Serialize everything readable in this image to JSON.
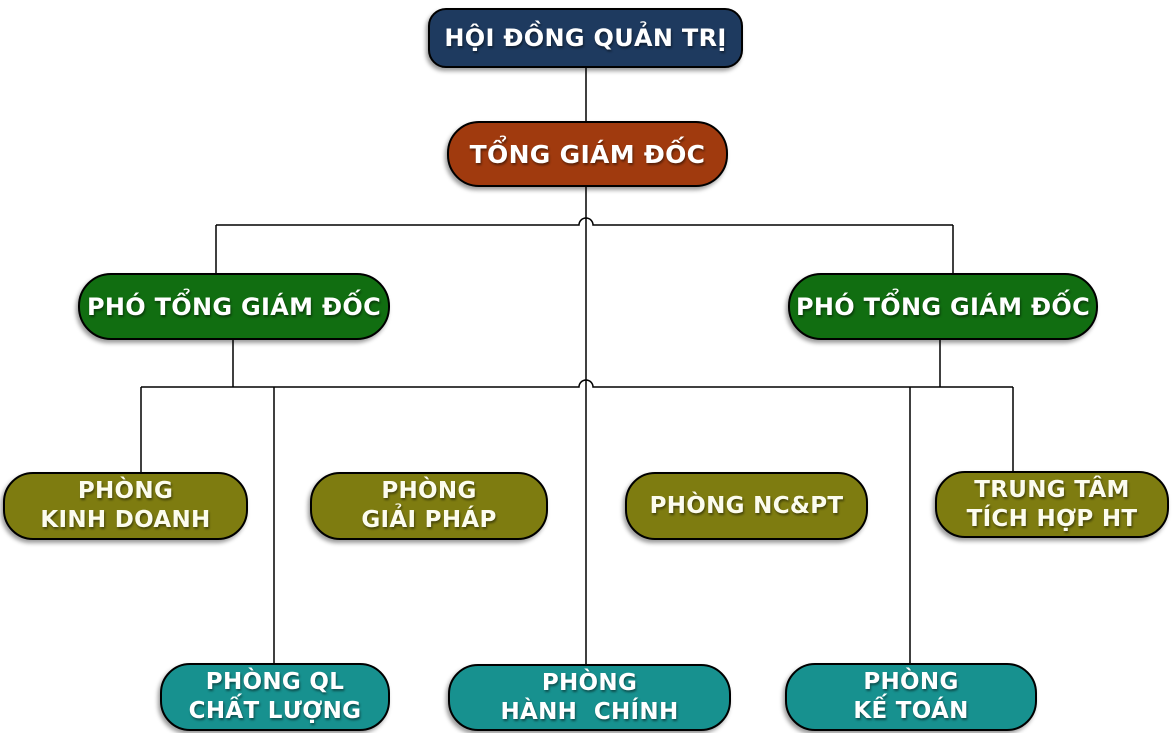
{
  "chart": {
    "type": "organization-chart",
    "background": "#ffffff",
    "connector_color": "#000000",
    "nodes": [
      {
        "key": "board",
        "level": 1,
        "label": "HỘI ĐỒNG QUẢN TRỊ",
        "color": "#1E3A5F",
        "text_color": "#FFFFFF"
      },
      {
        "key": "ceo",
        "level": 2,
        "label": "TỔNG GIÁM ĐỐC",
        "color": "#A03A0E",
        "text_color": "#FFFFFF"
      },
      {
        "key": "deputy-left",
        "level": 3,
        "label": "PHÓ TỔNG GIÁM ĐỐC",
        "color": "#116E11",
        "text_color": "#FFFFFF"
      },
      {
        "key": "deputy-right",
        "level": 3,
        "label": "PHÓ TỔNG GIÁM ĐỐC",
        "color": "#116E11",
        "text_color": "#FFFFFF"
      },
      {
        "key": "sales",
        "level": 4,
        "label": "PHÒNG\nKINH DOANH",
        "color": "#7E7C10",
        "text_color": "#FCFCEE"
      },
      {
        "key": "solutions",
        "level": 4,
        "label": "PHÒNG\nGIẢI PHÁP",
        "color": "#7E7C10",
        "text_color": "#FCFCEE"
      },
      {
        "key": "rnd",
        "level": 4,
        "label": "PHÒNG NC&PT",
        "color": "#7E7C10",
        "text_color": "#FCFCEE"
      },
      {
        "key": "integration",
        "level": 4,
        "label": "TRUNG TÂM\nTÍCH HỢP HT",
        "color": "#7E7C10",
        "text_color": "#FCFCEE"
      },
      {
        "key": "quality",
        "level": 5,
        "label": "PHÒNG QL\nCHẤT LƯỢNG",
        "color": "#17918F",
        "text_color": "#FFFFFF"
      },
      {
        "key": "admin",
        "level": 5,
        "label": "PHÒNG\nHÀNH  CHÍNH",
        "color": "#17918F",
        "text_color": "#FFFFFF"
      },
      {
        "key": "accounting",
        "level": 5,
        "label": "PHÒNG\nKẾ TOÁN",
        "color": "#17918F",
        "text_color": "#FFFFFF"
      }
    ],
    "edges": [
      {
        "from": "board",
        "to": "ceo"
      },
      {
        "from": "ceo",
        "to": "deputy-left"
      },
      {
        "from": "ceo",
        "to": "deputy-right"
      },
      {
        "from": "ceo",
        "to": "admin"
      },
      {
        "from": "deputies-bus",
        "to": "sales"
      },
      {
        "from": "deputies-bus",
        "to": "quality"
      },
      {
        "from": "deputies-bus",
        "to": "accounting"
      },
      {
        "from": "deputies-bus",
        "to": "integration"
      }
    ]
  }
}
